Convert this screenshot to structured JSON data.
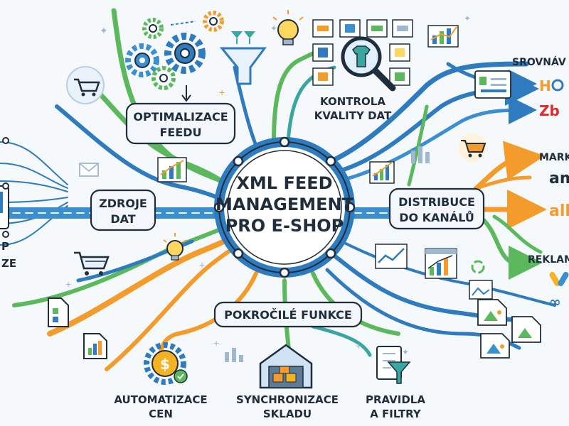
{
  "hub": {
    "title_lines": [
      "XML FEED",
      "MANAGEMENT",
      "PRO E-SHOP"
    ]
  },
  "nodes": {
    "optimalizace": [
      "OPTIMALIZACE",
      "FEEDU"
    ],
    "kontrola": [
      "KONTROLA",
      "KVALITY DAT"
    ],
    "zdroje": [
      "ZDROJE",
      "DAT"
    ],
    "distribuce": [
      "DISTRIBUCE",
      "DO KANÁLŮ"
    ],
    "pokrocile": "POKROČILÉ FUNKCE",
    "automatizace": [
      "AUTOMATIZACE",
      "CEN"
    ],
    "synchronizace": [
      "SYNCHRONIZACE",
      "SKLADU"
    ],
    "pravidla": [
      "PRAVIDLA",
      "A FILTRY"
    ]
  },
  "left_edge_text": [
    "P",
    "ZE"
  ],
  "right_labels": {
    "srovnavace": "SROVNÁV",
    "marketplaces": "MARK",
    "reklama": "REKLAM"
  },
  "brands": {
    "heureka": "H",
    "zbozi": "Zb",
    "amazon": "am",
    "allegro": "all",
    "meta": "∞"
  },
  "colors": {
    "blue": "#2e7bbf",
    "green": "#5cb85c",
    "orange": "#f39c2b",
    "navy": "#1f2d3d",
    "teal": "#3aa6a0"
  },
  "icons": [
    "gear-icon",
    "funnel-icon",
    "lightbulb-icon",
    "magnifier-icon",
    "cart-icon",
    "envelope-icon",
    "chart-icon",
    "dollar-icon",
    "warehouse-icon",
    "filter-icon",
    "image-icon"
  ]
}
